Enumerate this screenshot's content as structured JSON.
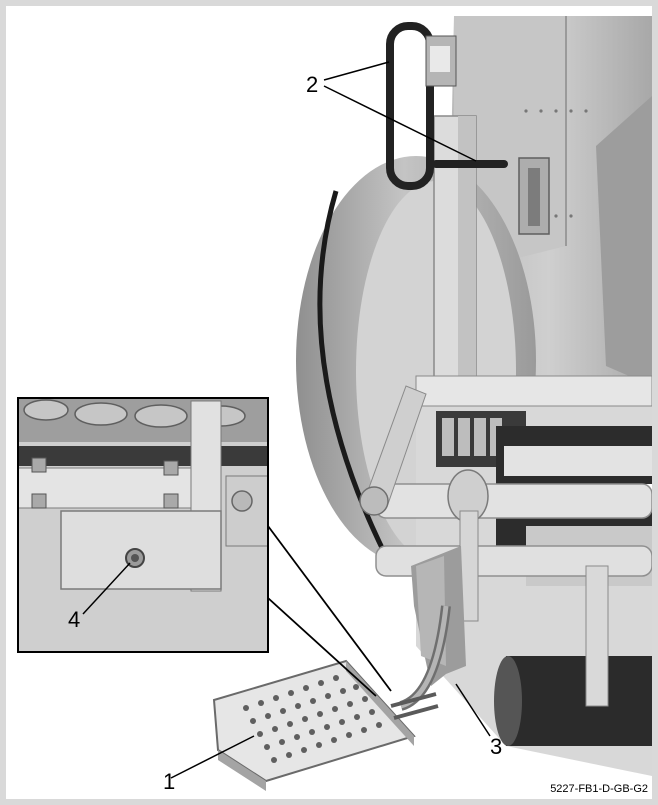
{
  "figure": {
    "callouts": [
      {
        "id": "1",
        "label": "1"
      },
      {
        "id": "2",
        "label": "2"
      },
      {
        "id": "3",
        "label": "3"
      },
      {
        "id": "4",
        "label": "4"
      }
    ],
    "reference_code": "5227-FB1-D-GB-G2"
  }
}
